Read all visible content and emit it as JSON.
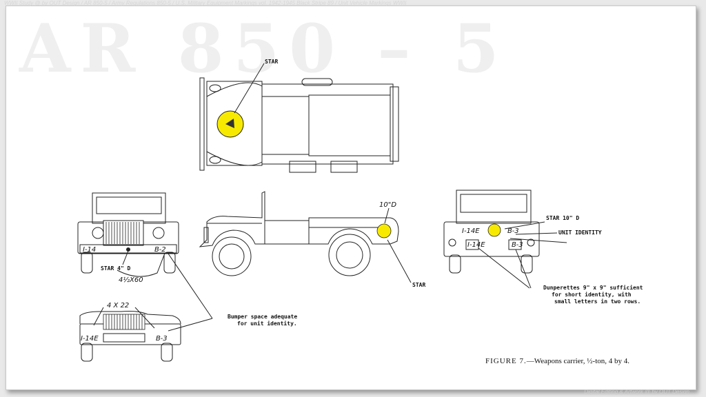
{
  "header_credit": "WWII Study @ by OUT Design / AR 850-5 / Army Regulations 850-5 / U.S. Military Equipment Markings vol. 1942-1945 Black Stripe 89 / Unit Vehicle Markings WWII",
  "watermark": "AR 850 – 5",
  "footer_credit": "Digital Editing & Artwork @ by OUT Design",
  "labels": {
    "star_top": "STAR",
    "star_front": "STAR 4\" D",
    "size_front": "4½X60",
    "size_side": "10\"D",
    "star_side": "STAR",
    "star_rear": "STAR 10\" D",
    "unit_identity": "UNIT IDENTITY",
    "size_lower": "4 X 22",
    "front_left_code": "I-14",
    "front_right_code": "B-2",
    "lower_left_code": "I-14E",
    "lower_right_code": "B-3",
    "rear_left_code": "I-14E",
    "rear_right_code": "B-3",
    "rear_sub_left": "I-14E",
    "rear_sub_right": "B-3"
  },
  "notes": {
    "bumper_line1": "Bumper space adequate",
    "bumper_line2": "for unit identity.",
    "dunp_line1": "Dunperettes 9\" x 9\" sufficient",
    "dunp_line2": "for short identity, with",
    "dunp_line3": "small letters in two rows."
  },
  "caption": {
    "prefix": "FIGURE 7.",
    "text": "—Weapons carrier, ½-ton, 4 by 4."
  },
  "colors": {
    "star_fill": "#f7ea00",
    "line": "#222222"
  }
}
